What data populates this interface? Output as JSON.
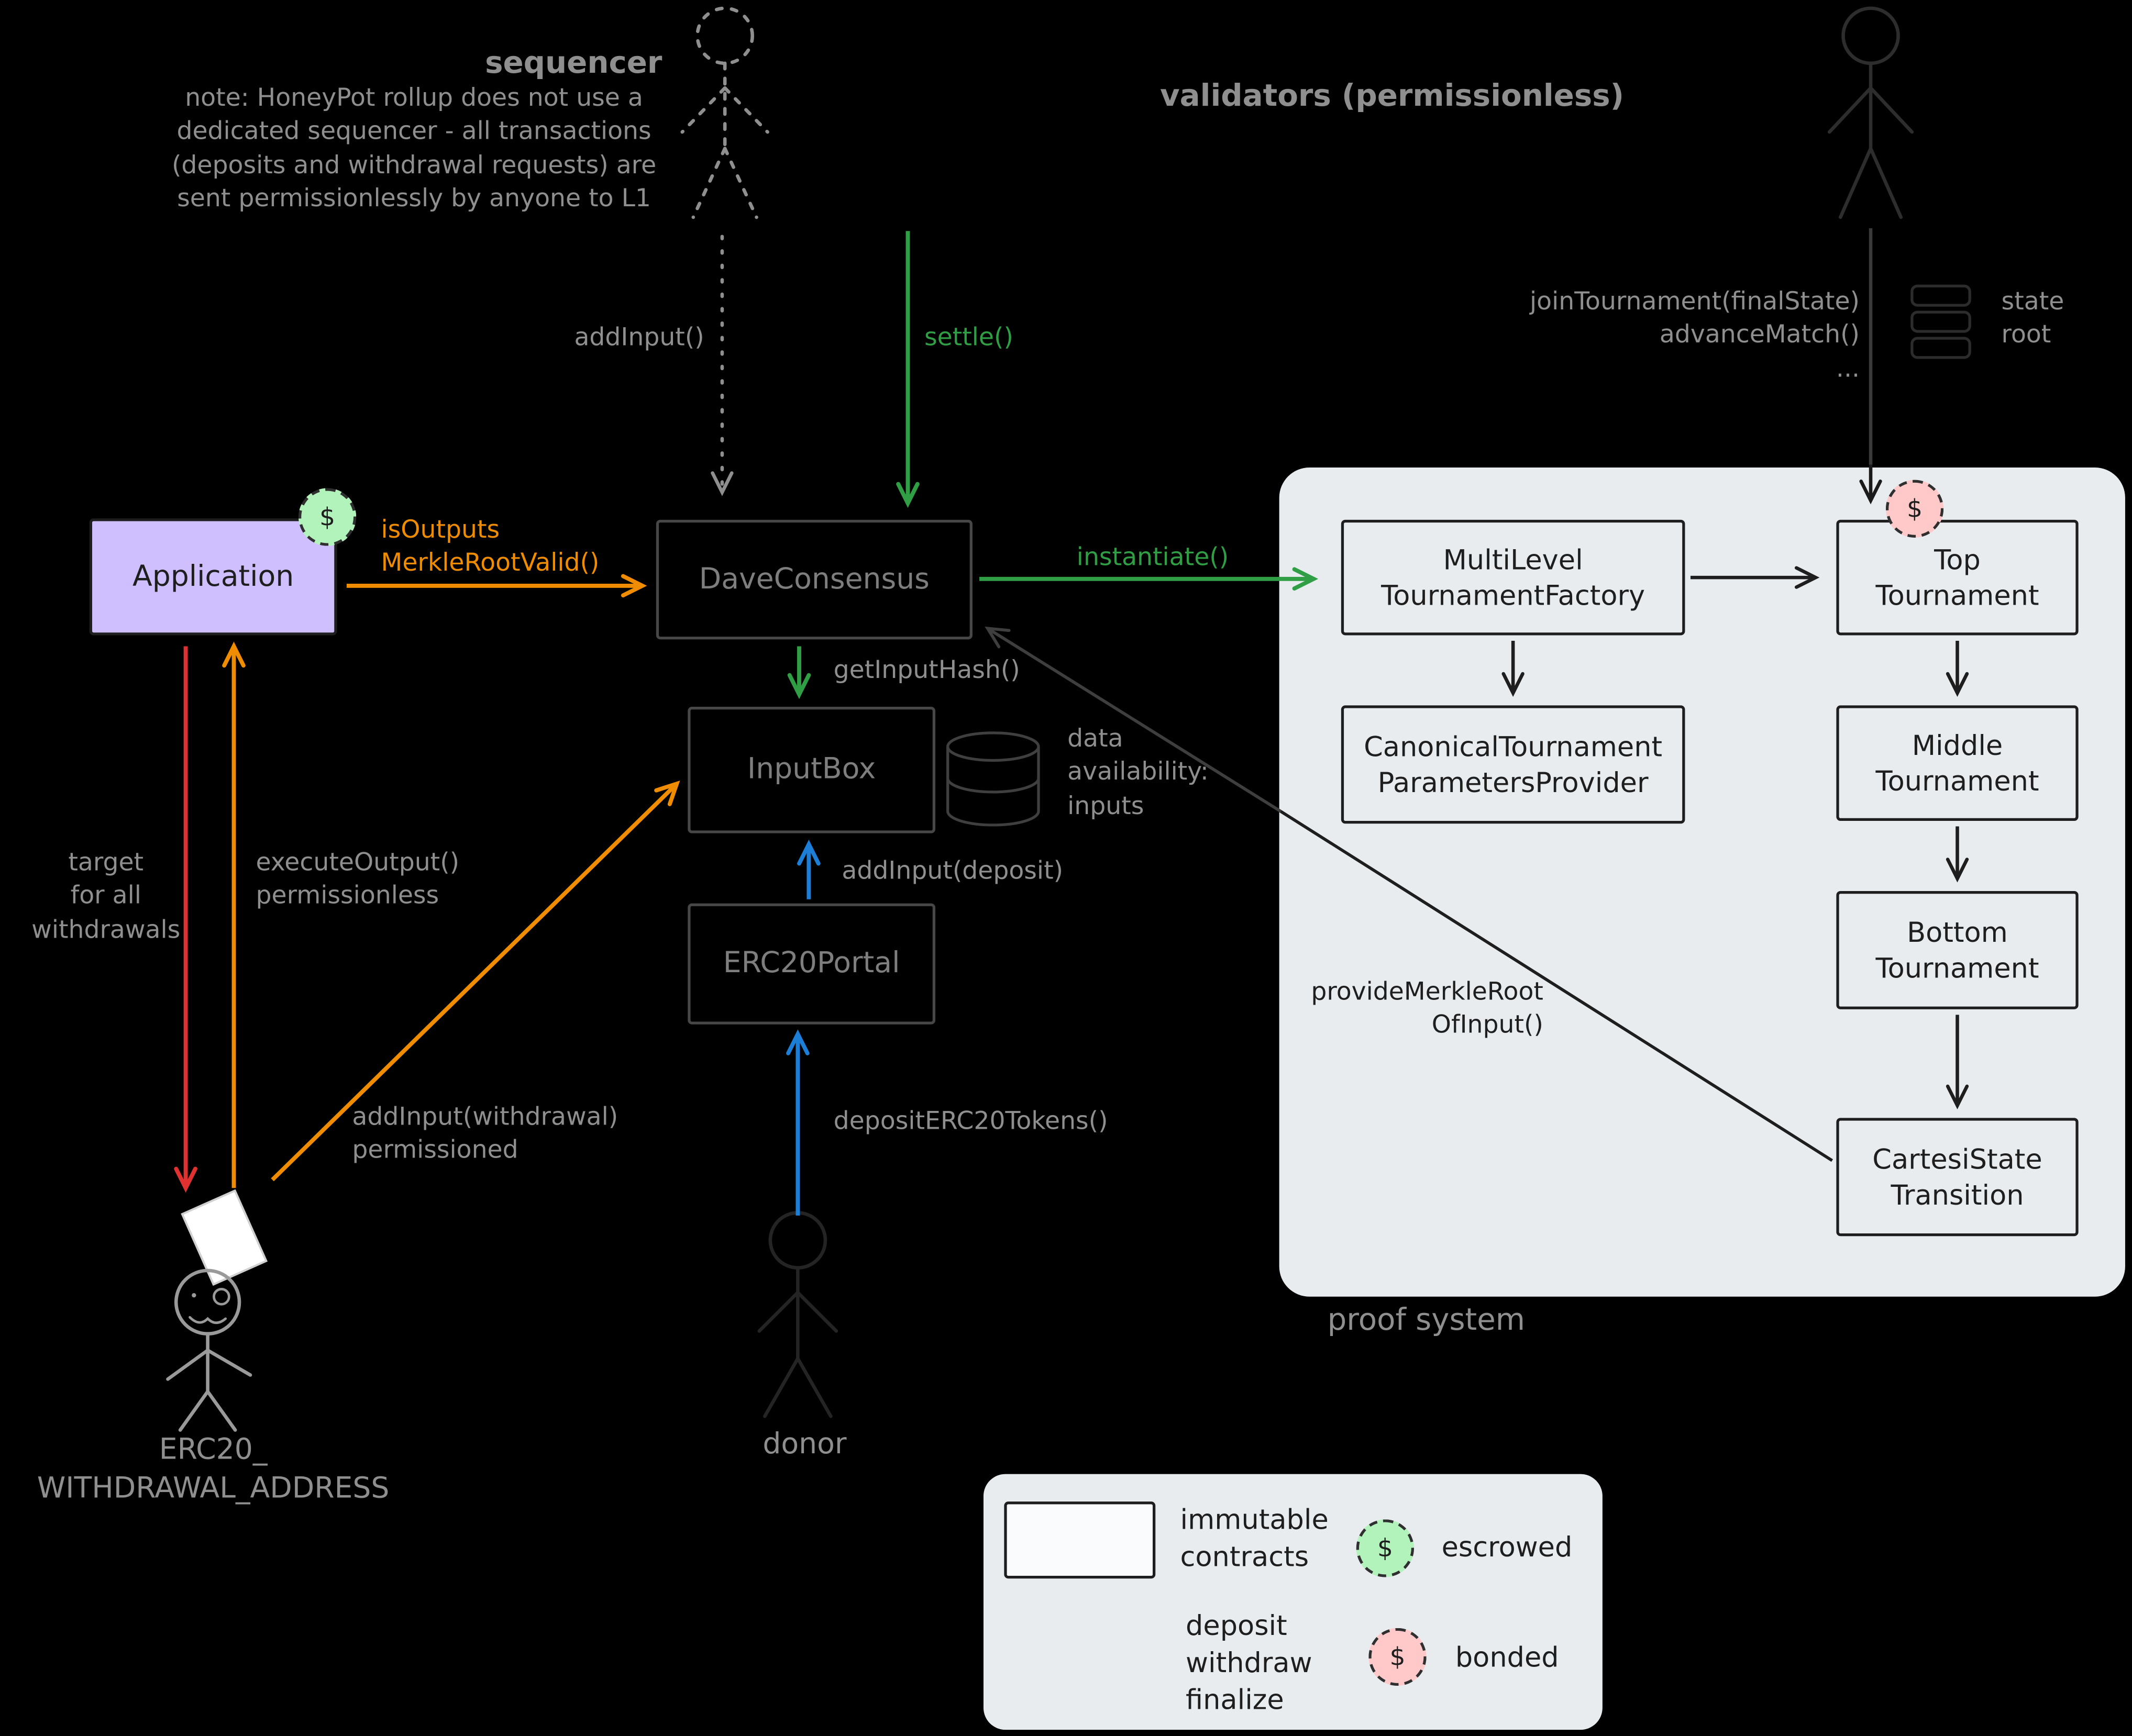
{
  "sequencer": {
    "title": "sequencer",
    "note": [
      "note: HoneyPot rollup does not use a",
      "dedicated sequencer - all transactions",
      "(deposits and withdrawal requests) are",
      "sent permissionlessly by anyone to L1"
    ],
    "add_input_label": "addInput()"
  },
  "validators": {
    "title": "validators (permissionless)",
    "calls": [
      "joinTournament(finalState)",
      "advanceMatch()",
      "..."
    ],
    "state_root": [
      "state",
      "root"
    ]
  },
  "application": {
    "label": "Application"
  },
  "dave": {
    "label": "DaveConsensus",
    "settle_label": "settle()",
    "is_outputs_label": [
      "isOutputs",
      "MerkleRootValid()"
    ],
    "instantiate_label": "instantiate()",
    "get_input_hash_label": "getInputHash()"
  },
  "input_box": {
    "label": "InputBox",
    "add_input_deposit_label": "addInput(deposit)"
  },
  "erc20_portal": {
    "label": "ERC20Portal",
    "deposit_label": "depositERC20Tokens()"
  },
  "data_availability": [
    "data",
    "availability:",
    "inputs"
  ],
  "withdrawal": {
    "target_label": [
      "target",
      "for all",
      "withdrawals"
    ],
    "execute_label": [
      "executeOutput()",
      "permissionless"
    ],
    "add_input_label": [
      "addInput(withdrawal)",
      "permissioned"
    ],
    "actor": [
      "ERC20_",
      "WITHDRAWAL_ADDRESS"
    ]
  },
  "donor": {
    "label": "donor"
  },
  "proof_system": {
    "label": "proof system",
    "factory": [
      "MultiLevel",
      "TournamentFactory"
    ],
    "canonical": [
      "CanonicalTournament",
      "ParametersProvider"
    ],
    "top": [
      "Top",
      "Tournament"
    ],
    "middle": [
      "Middle",
      "Tournament"
    ],
    "bottom": [
      "Bottom",
      "Tournament"
    ],
    "cartesi": [
      "CartesiState",
      "Transition"
    ],
    "provide_label": [
      "provideMerkleRoot",
      "OfInput()"
    ]
  },
  "legend": {
    "immutable": [
      "immutable",
      "contracts"
    ],
    "escrowed": "escrowed",
    "bonded": "bonded",
    "deposit": "deposit",
    "withdraw": "withdraw",
    "finalize": "finalize",
    "dollar": "$"
  },
  "colors": {
    "background": "#000000",
    "gray": "#8f8f8f",
    "green": "#2f9e44",
    "orange": "#f08c00",
    "blue": "#1c7ed6",
    "red": "#e03131",
    "purple": "#d0bfff",
    "escrow_green": "#b2f2bb",
    "bond_pink": "#ffc9c9",
    "panel": "#e9ecef"
  }
}
